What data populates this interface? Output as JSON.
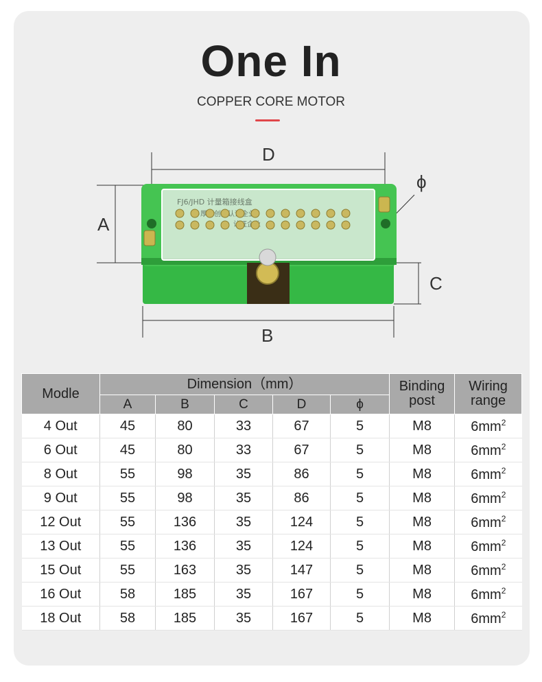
{
  "header": {
    "title": "One In",
    "subtitle": "COPPER CORE MOTOR"
  },
  "diagram": {
    "labels": {
      "a": "A",
      "b": "B",
      "c": "C",
      "d": "D",
      "phi": "ϕ"
    },
    "product_label_lines": [
      "FJ6/JHD 计量箱接线盒",
      "®厚泽创投认证企业",
      "认证企业"
    ],
    "colors": {
      "housing": "#3cc24a",
      "housing_dark": "#2a9c36",
      "cover": "#e6efe6",
      "screw": "#c9b24a"
    }
  },
  "table": {
    "headers": {
      "model": "Modle",
      "dimension_group": "Dimension（mm）",
      "dimension_cols": [
        "A",
        "B",
        "C",
        "D",
        "ϕ"
      ],
      "binding_post": [
        "Binding",
        "post"
      ],
      "wiring_range": [
        "Wiring",
        "range"
      ]
    },
    "rows": [
      {
        "model": "4 Out",
        "a": "45",
        "b": "80",
        "c": "33",
        "d": "67",
        "phi": "5",
        "post": "M8",
        "wiring": "6mm",
        "wiring_sup": "2"
      },
      {
        "model": "6 Out",
        "a": "45",
        "b": "80",
        "c": "33",
        "d": "67",
        "phi": "5",
        "post": "M8",
        "wiring": "6mm",
        "wiring_sup": "2"
      },
      {
        "model": "8 Out",
        "a": "55",
        "b": "98",
        "c": "35",
        "d": "86",
        "phi": "5",
        "post": "M8",
        "wiring": "6mm",
        "wiring_sup": "2"
      },
      {
        "model": "9 Out",
        "a": "55",
        "b": "98",
        "c": "35",
        "d": "86",
        "phi": "5",
        "post": "M8",
        "wiring": "6mm",
        "wiring_sup": "2"
      },
      {
        "model": "12 Out",
        "a": "55",
        "b": "136",
        "c": "35",
        "d": "124",
        "phi": "5",
        "post": "M8",
        "wiring": "6mm",
        "wiring_sup": "2"
      },
      {
        "model": "13 Out",
        "a": "55",
        "b": "136",
        "c": "35",
        "d": "124",
        "phi": "5",
        "post": "M8",
        "wiring": "6mm",
        "wiring_sup": "2"
      },
      {
        "model": "15 Out",
        "a": "55",
        "b": "163",
        "c": "35",
        "d": "147",
        "phi": "5",
        "post": "M8",
        "wiring": "6mm",
        "wiring_sup": "2"
      },
      {
        "model": "16 Out",
        "a": "58",
        "b": "185",
        "c": "35",
        "d": "167",
        "phi": "5",
        "post": "M8",
        "wiring": "6mm",
        "wiring_sup": "2"
      },
      {
        "model": "18 Out",
        "a": "58",
        "b": "185",
        "c": "35",
        "d": "167",
        "phi": "5",
        "post": "M8",
        "wiring": "6mm",
        "wiring_sup": "2"
      }
    ]
  }
}
